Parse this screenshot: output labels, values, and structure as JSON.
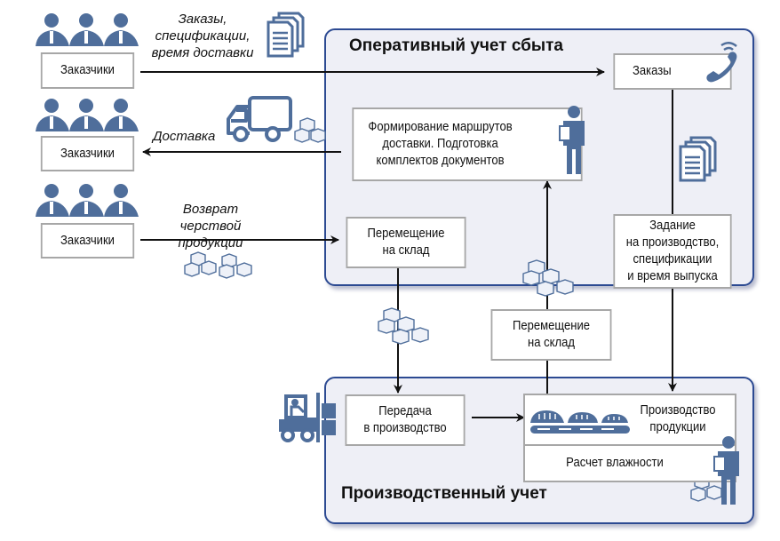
{
  "colors": {
    "icon_blue": "#4f6e9b",
    "panel_border": "#2c4a92",
    "panel_fill": "#eeeff6",
    "box_border": "#a7a7a7"
  },
  "panels": {
    "sales": {
      "title": "Оперативный учет сбыта"
    },
    "production": {
      "title": "Производственный учет"
    }
  },
  "customers": [
    {
      "label": "Заказчики",
      "icon": "people-group-icon"
    },
    {
      "label": "Заказчики",
      "icon": "people-group-icon"
    },
    {
      "label": "Заказчики",
      "icon": "people-group-icon"
    }
  ],
  "flow_labels": {
    "orders": "Заказы,\nспецификации,\nвремя доставки",
    "delivery": "Доставка",
    "returns": "Возврат черствой\nпродукции"
  },
  "boxes": {
    "orders": "Заказы",
    "routes": "Формирование маршрутов\nдоставки. Подготовка\nкомплектов документов",
    "warehouse_move_1": "Перемещение\nна склад",
    "task": "Задание\nна производство,\nспецификации\nи время выпуска",
    "warehouse_move_2": "Перемещение\nна склад",
    "transfer": "Передача\nв производство",
    "manufacturing": "Производство\nпродукции",
    "humidity": "Расчет влажности"
  },
  "icons": [
    "people-group-icon",
    "documents-icon",
    "phone-icon",
    "truck-icon",
    "boxes-icon",
    "worker-icon",
    "forklift-icon",
    "bread-conveyor-icon"
  ]
}
